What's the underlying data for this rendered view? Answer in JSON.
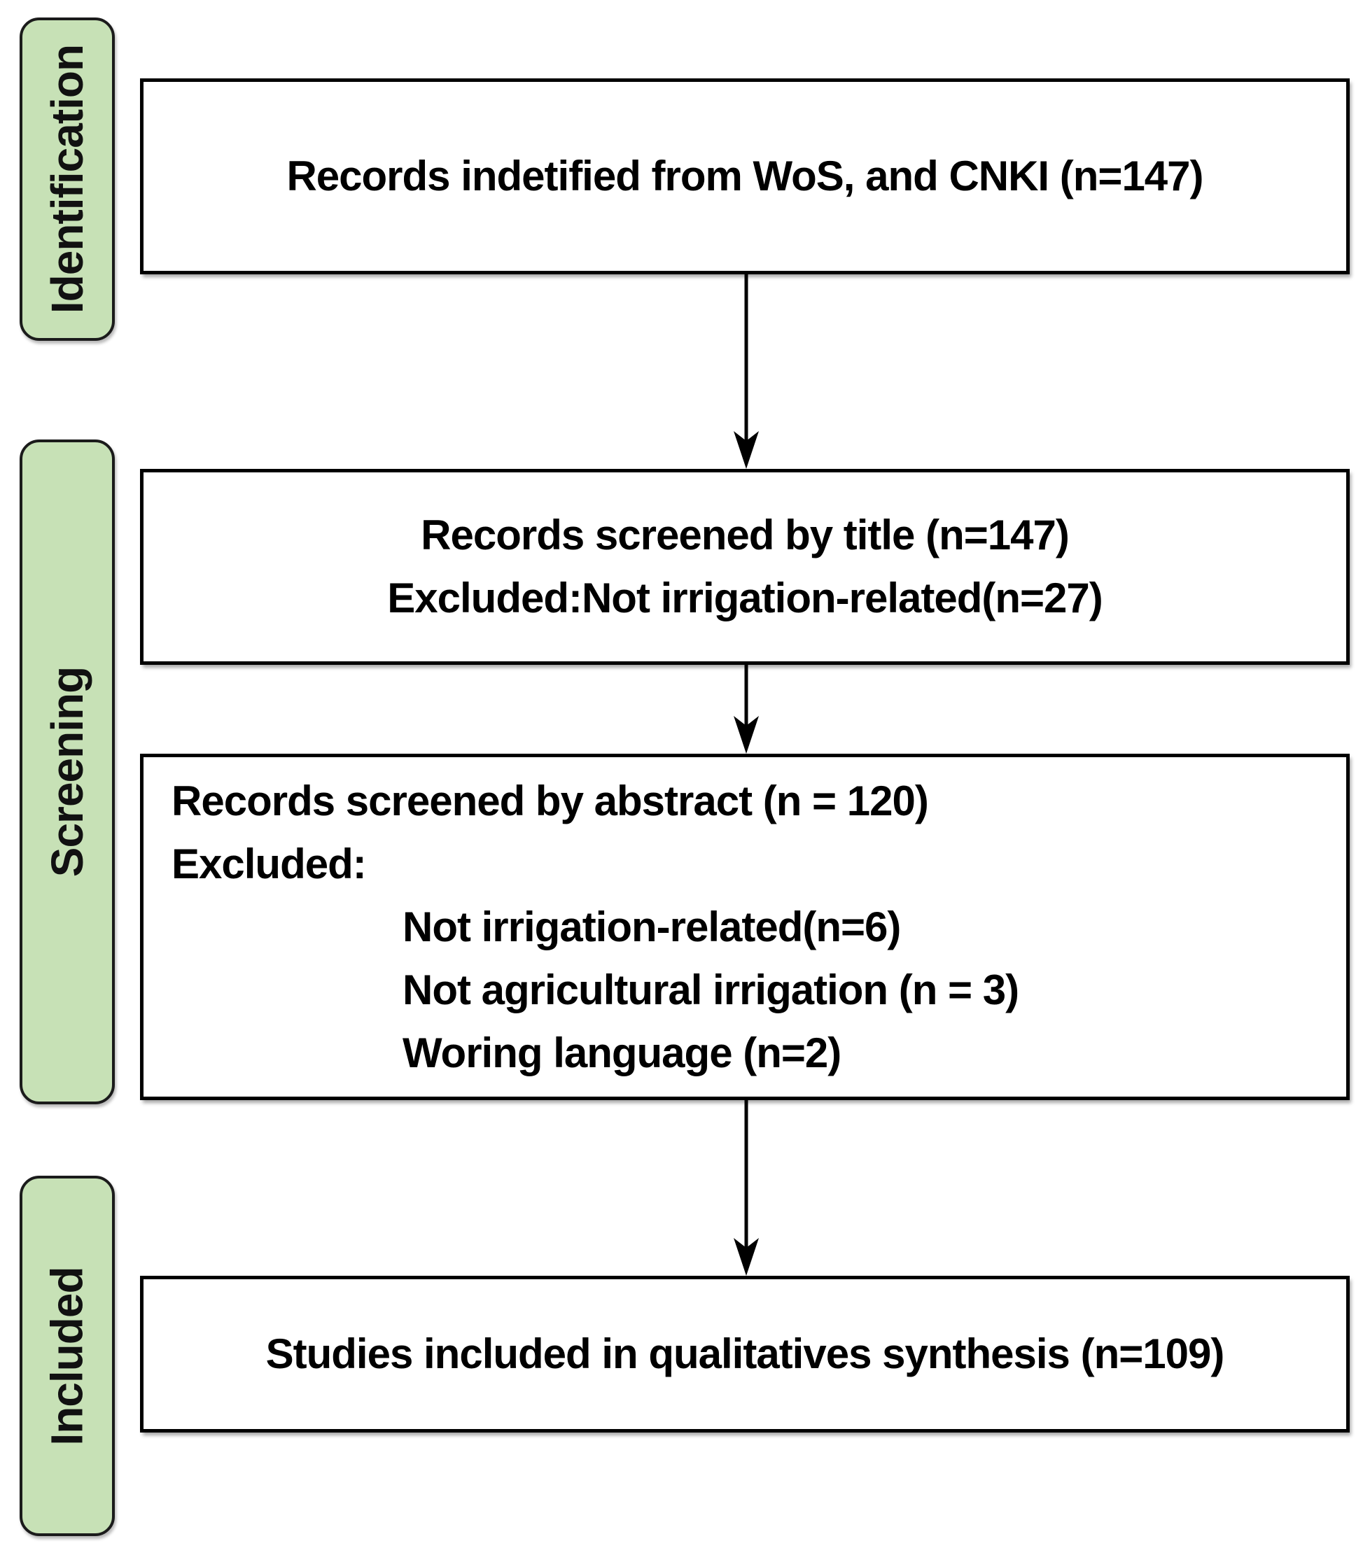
{
  "flow": {
    "figure_type": "PRISMA literature screening flow diagram",
    "stages": [
      {
        "id": "identification",
        "label": "Identification"
      },
      {
        "id": "screening",
        "label": "Screening"
      },
      {
        "id": "included",
        "label": "Included"
      }
    ],
    "boxes": {
      "identified": {
        "text": "Records indetified from WoS, and CNKI (n=147)"
      },
      "screened_title": {
        "lines": [
          "Records screened by title (n=147)",
          "Excluded:Not irrigation-related(n=27)"
        ]
      },
      "screened_abstract": {
        "title": "Records screened by abstract (n = 120)",
        "excluded_label": "Excluded:",
        "exclusions": [
          "Not irrigation-related(n=6)",
          "Not agricultural irrigation (n = 3)",
          "Woring language (n=2)"
        ]
      },
      "included": {
        "text": "Studies included in qualitatives synthesis (n=109)"
      }
    },
    "counts": {
      "records_identified": 147,
      "screened_by_title": 147,
      "excluded_not_irrigation_title": 27,
      "screened_by_abstract": 120,
      "excluded_not_irrigation_abstract": 6,
      "excluded_not_agricultural": 3,
      "excluded_wrong_language": 2,
      "included_qualitative_synthesis": 109
    },
    "colors": {
      "stage_fill": "#c7e1b6",
      "stage_border": "#1b1b1b",
      "box_fill": "#ffffff",
      "box_border": "#000000",
      "arrow": "#000000",
      "text": "#000000"
    }
  }
}
